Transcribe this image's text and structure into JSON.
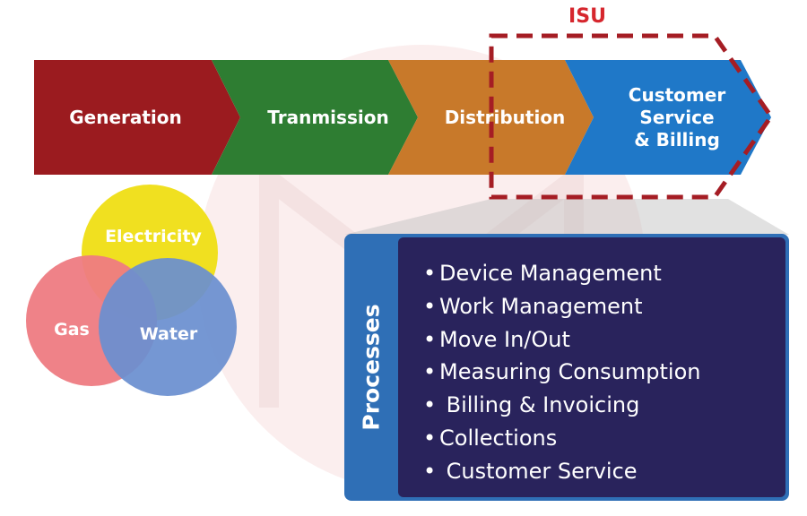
{
  "isu_label": "ISU",
  "value_chain": [
    {
      "label": [
        "Generation"
      ],
      "color": "#9b1b1f"
    },
    {
      "label": [
        "Tranmission"
      ],
      "color": "#2e7d32"
    },
    {
      "label": [
        "Distribution"
      ],
      "color": "#c8792a"
    },
    {
      "label": [
        "Customer",
        "Service",
        "& Billing"
      ],
      "color": "#1f78c8"
    }
  ],
  "utilities": [
    {
      "label": "Electricity",
      "color": "#f0e020"
    },
    {
      "label": "Gas",
      "color": "#ee7b82"
    },
    {
      "label": "Water",
      "color": "#6a8fd0"
    }
  ],
  "processes": {
    "title": "Processes",
    "items": [
      "Device Management",
      "Work Management",
      "Move In/Out",
      "Measuring Consumption",
      " Billing & Invoicing",
      "Collections",
      " Customer Service"
    ]
  },
  "colors": {
    "isu_dash": "#a51d24",
    "isu_text": "#d6262d",
    "panel_outer": "#2f6fb6",
    "panel_inner": "#29235c",
    "watermark": "#f7e0e0"
  }
}
